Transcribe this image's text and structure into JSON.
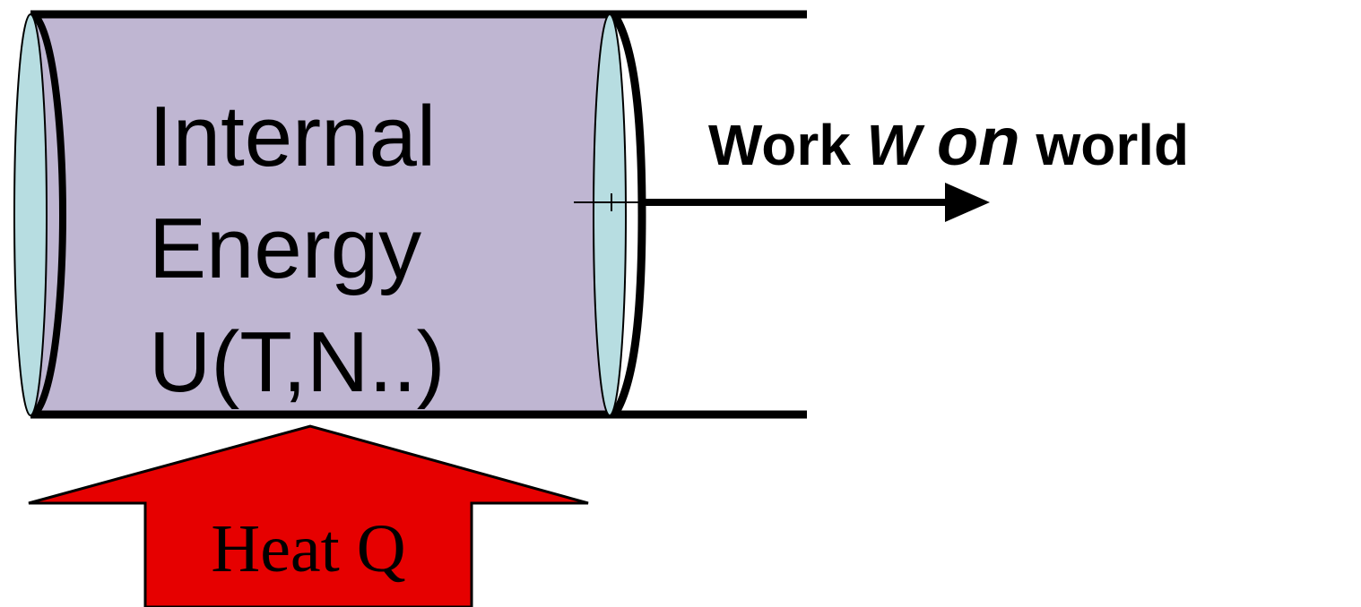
{
  "colors": {
    "gas": "#bfb6d2",
    "piston_face": "#b7dde1",
    "heat_arrow": "#e60000",
    "outline": "#000000"
  },
  "icons": {
    "piston": "piston-icon",
    "work_arrow": "arrow-right-icon",
    "heat_arrow": "arrow-up-icon"
  },
  "internal_energy": {
    "line1": "Internal",
    "line2": "Energy",
    "line3": "U(T,N..)"
  },
  "work": {
    "word_work": "Work",
    "symbol": "W",
    "word_on": "on",
    "word_world": "world"
  },
  "heat": {
    "label": "Heat Q"
  }
}
